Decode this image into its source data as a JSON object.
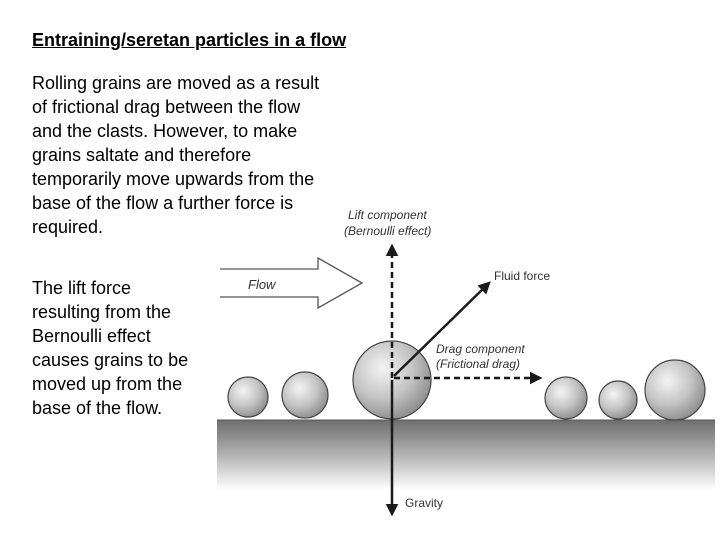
{
  "title": "Entraining/seretan particles in a flow",
  "paragraph1": "Rolling grains are moved as a result\nof frictional drag between the flow\nand the clasts. However, to make\ngrains saltate and therefore\ntemporarily move upwards from the\nbase of the flow a further force is\nrequired.",
  "paragraph2": "The lift force\nresulting from the\nBernoulli effect\ncauses grains to be\nmoved up from the\nbase of the flow.",
  "diagram": {
    "flow_label": "Flow",
    "lift_label_line1": "Lift component",
    "lift_label_line2": "(Bernoulli effect)",
    "fluid_force_label": "Fluid force",
    "drag_label_line1": "Drag component",
    "drag_label_line2": "(Frictional drag)",
    "gravity_label": "Gravity"
  }
}
